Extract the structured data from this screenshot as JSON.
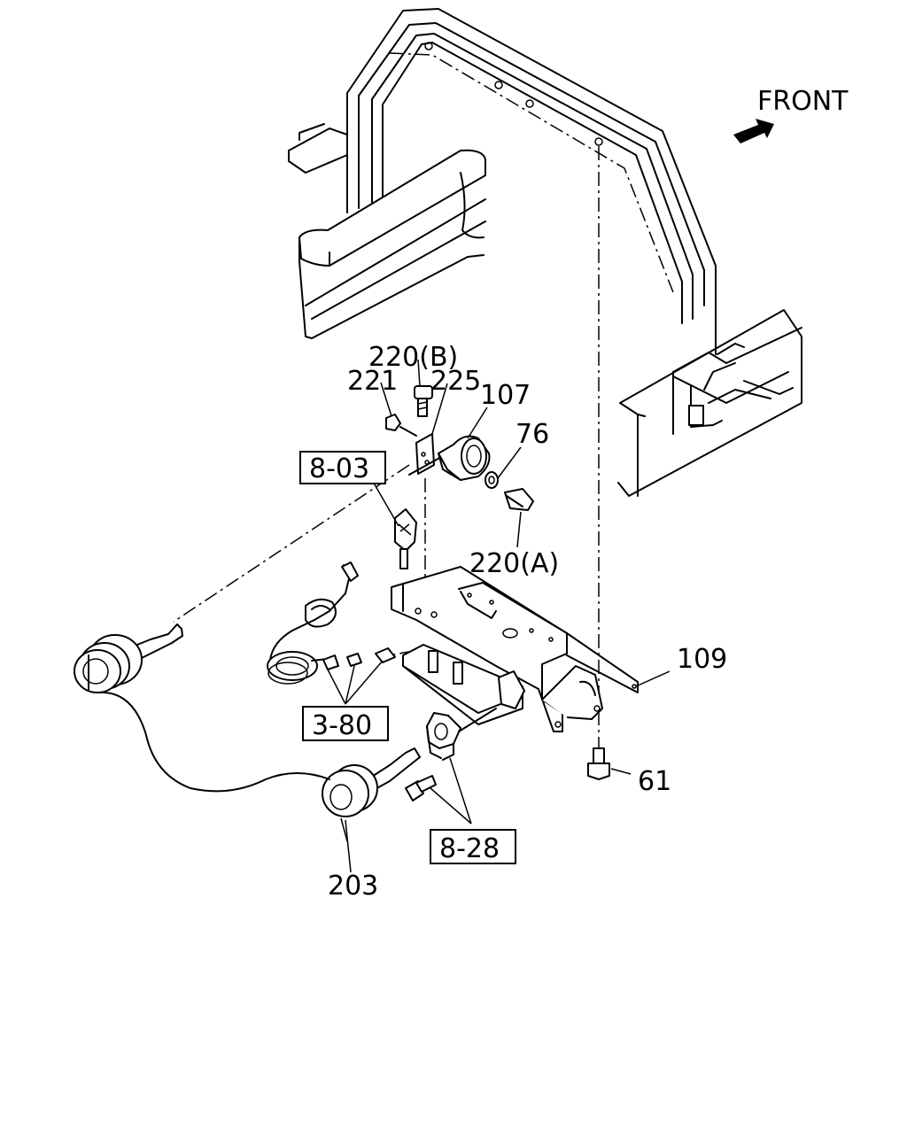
{
  "direction": {
    "label": "FRONT",
    "icon": "front-arrow-icon"
  },
  "callouts": [
    {
      "id": "220B",
      "text": "220(B)"
    },
    {
      "id": "221",
      "text": "221"
    },
    {
      "id": "225",
      "text": "225"
    },
    {
      "id": "107",
      "text": "107"
    },
    {
      "id": "76",
      "text": "76"
    },
    {
      "id": "220A",
      "text": "220(A)"
    },
    {
      "id": "109",
      "text": "109"
    },
    {
      "id": "61",
      "text": "61"
    },
    {
      "id": "203",
      "text": "203"
    }
  ],
  "references": [
    {
      "id": "8-03",
      "text": "8-03"
    },
    {
      "id": "3-80",
      "text": "3-80"
    },
    {
      "id": "8-28",
      "text": "8-28"
    }
  ]
}
